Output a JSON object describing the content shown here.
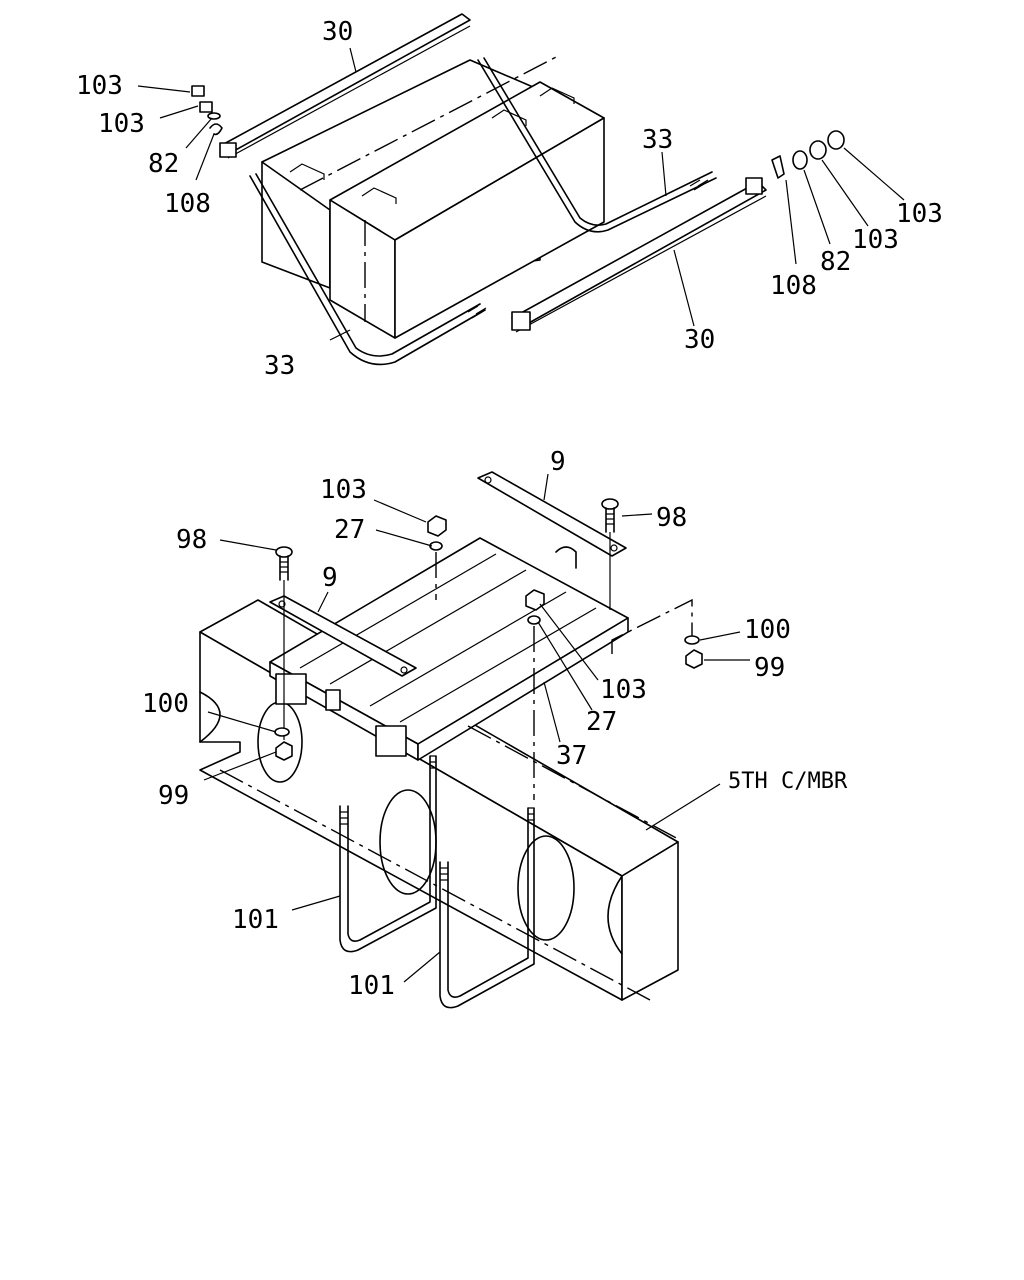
{
  "labels": {
    "top_103a": "103",
    "top_103b": "103",
    "top_82a": "82",
    "top_108a": "108",
    "top_30a": "30",
    "top_33a": "33",
    "top_33b": "33",
    "top_30b": "30",
    "top_108b": "108",
    "top_82b": "82",
    "top_103c": "103",
    "top_103d": "103",
    "bot_9a": "9",
    "bot_9b": "9",
    "bot_98a": "98",
    "bot_98b": "98",
    "bot_103a": "103",
    "bot_27a": "27",
    "bot_100a": "100",
    "bot_99a": "99",
    "bot_103b": "103",
    "bot_27b": "27",
    "bot_37": "37",
    "bot_100b": "100",
    "bot_99b": "99",
    "bot_5th": "5TH C/MBR",
    "bot_101a": "101",
    "bot_101b": "101"
  }
}
